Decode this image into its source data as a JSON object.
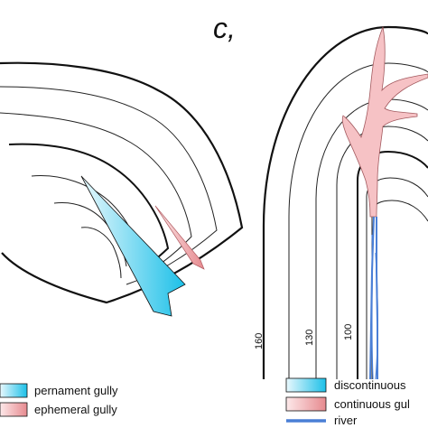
{
  "panel": {
    "label": "c,"
  },
  "contour_labels": [
    "160",
    "130",
    "100"
  ],
  "legend_left": {
    "items": [
      {
        "label": "pernament gully",
        "color_from": "#1cc0e8",
        "color_to": "#e9f8fd"
      },
      {
        "label": "ephemeral gully",
        "color_from": "#e68a8f",
        "color_to": "#fde9ea"
      }
    ]
  },
  "legend_right": {
    "items": [
      {
        "label": "discontinuous",
        "color_from": "#1cc0e8",
        "color_to": "#e9f8fd"
      },
      {
        "label": "continuous gul",
        "color_from": "#e68a8f",
        "color_to": "#fde9ea"
      },
      {
        "label": "river",
        "color": "#4a7fd6"
      }
    ]
  },
  "colors": {
    "contour": "#111111",
    "permanent_gully": "#20b8e2",
    "ephemeral_gully": "#f4b5b8",
    "river": "#4a7fd6"
  }
}
